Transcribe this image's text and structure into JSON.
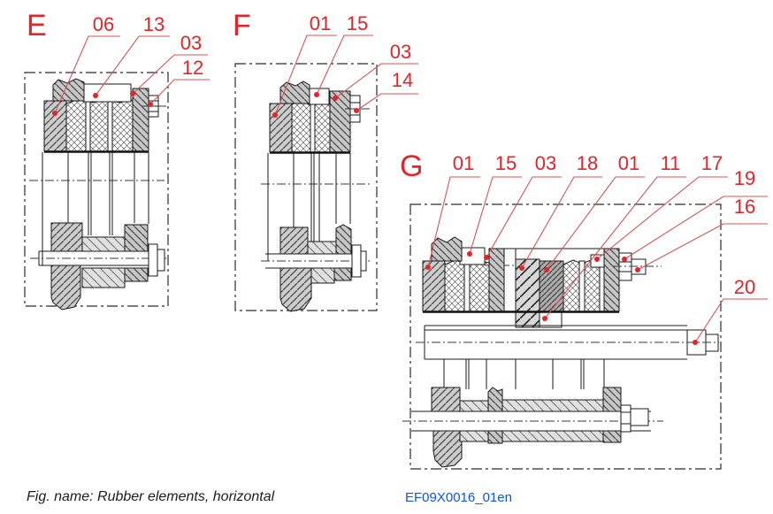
{
  "caption": {
    "fig_name": "Fig. name: Rubber elements, horizontal",
    "doc_code": "EF09X0016_01en"
  },
  "colors": {
    "callout_red": "#e52328",
    "leader_red": "#d95353",
    "drawing_line": "#1a1a1a",
    "doc_code_blue": "#0c54ec",
    "caption_text": "#1b1b24",
    "background": "#ffffff",
    "hatch_gray": "#cbcbcb"
  },
  "figures": [
    {
      "id": "E",
      "label": "E",
      "callouts": [
        {
          "label": "06"
        },
        {
          "label": "13"
        },
        {
          "label": "03"
        },
        {
          "label": "12"
        }
      ]
    },
    {
      "id": "F",
      "label": "F",
      "callouts": [
        {
          "label": "01"
        },
        {
          "label": "15"
        },
        {
          "label": "03"
        },
        {
          "label": "14"
        }
      ]
    },
    {
      "id": "G",
      "label": "G",
      "callouts": [
        {
          "label": "01"
        },
        {
          "label": "15"
        },
        {
          "label": "03"
        },
        {
          "label": "18"
        },
        {
          "label": "01"
        },
        {
          "label": "11"
        },
        {
          "label": "17"
        },
        {
          "label": "19"
        },
        {
          "label": "16"
        },
        {
          "label": "20"
        }
      ]
    }
  ]
}
